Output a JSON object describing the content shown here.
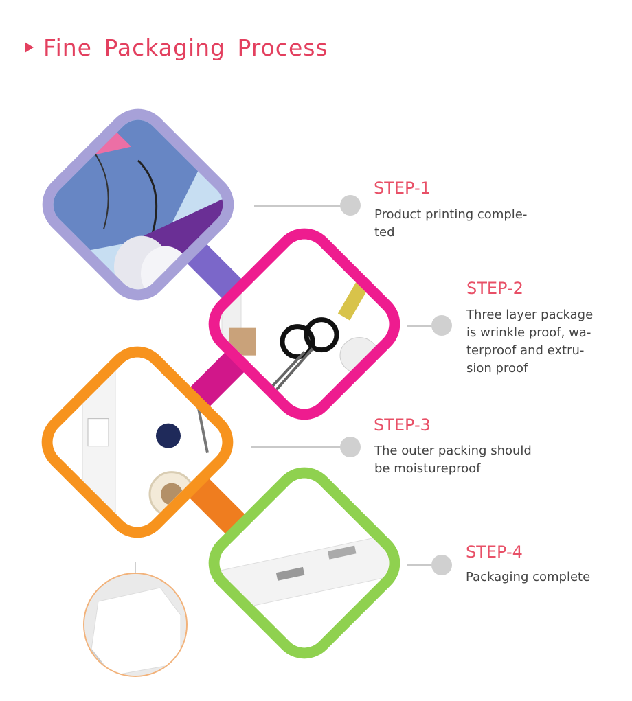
{
  "header": {
    "title": "Fine Packaging Process"
  },
  "steps": [
    {
      "label": "STEP-1",
      "desc": "Product printing comple-\nted"
    },
    {
      "label": "STEP-2",
      "desc": "Three layer package\nis wrinkle proof, wa-\nterproof and extru-\nsion proof"
    },
    {
      "label": "STEP-3",
      "desc": "The outer packing should\nbe moistureproof"
    },
    {
      "label": "STEP-4",
      "desc": "Packaging complete"
    }
  ],
  "colors": {
    "accent": "#e3405f",
    "step1_frame": "#a7a1d8",
    "step2_frame": "#ee1c8f",
    "step3_frame": "#f7931e",
    "step4_frame": "#8fd14f"
  }
}
